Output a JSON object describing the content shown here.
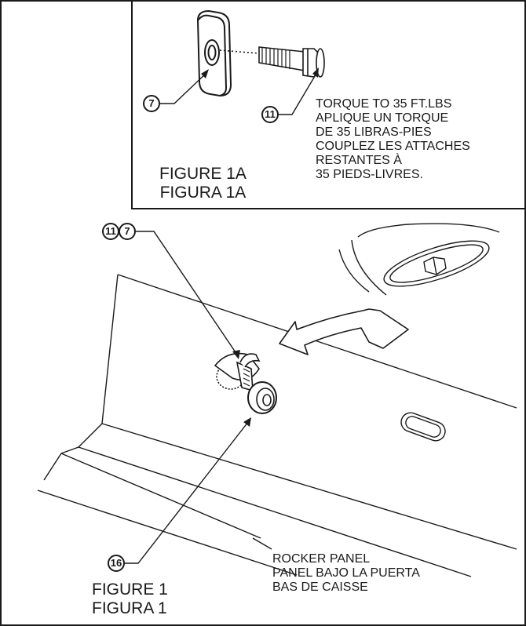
{
  "inset": {
    "torque_note": [
      "TORQUE TO 35 FT.LBS",
      "APLIQUE UN TORQUE",
      "DE 35 LIBRAS-PIES",
      "COUPLEZ LES ATTACHES",
      "RESTANTES À",
      "35 PIEDS-LIVRES."
    ],
    "figure_title": [
      "FIGURE 1A",
      "FIGURA 1A"
    ],
    "callouts": {
      "plate": "7",
      "bolt": "11"
    }
  },
  "main": {
    "callouts": {
      "bolt": "11",
      "plate": "7",
      "washer": "16"
    },
    "panel_label": [
      "ROCKER PANEL",
      "PANEL BAJO LA PUERTA",
      "BAS DE CAISSE"
    ],
    "figure_title": [
      "FIGURE 1",
      "FIGURA 1"
    ]
  }
}
